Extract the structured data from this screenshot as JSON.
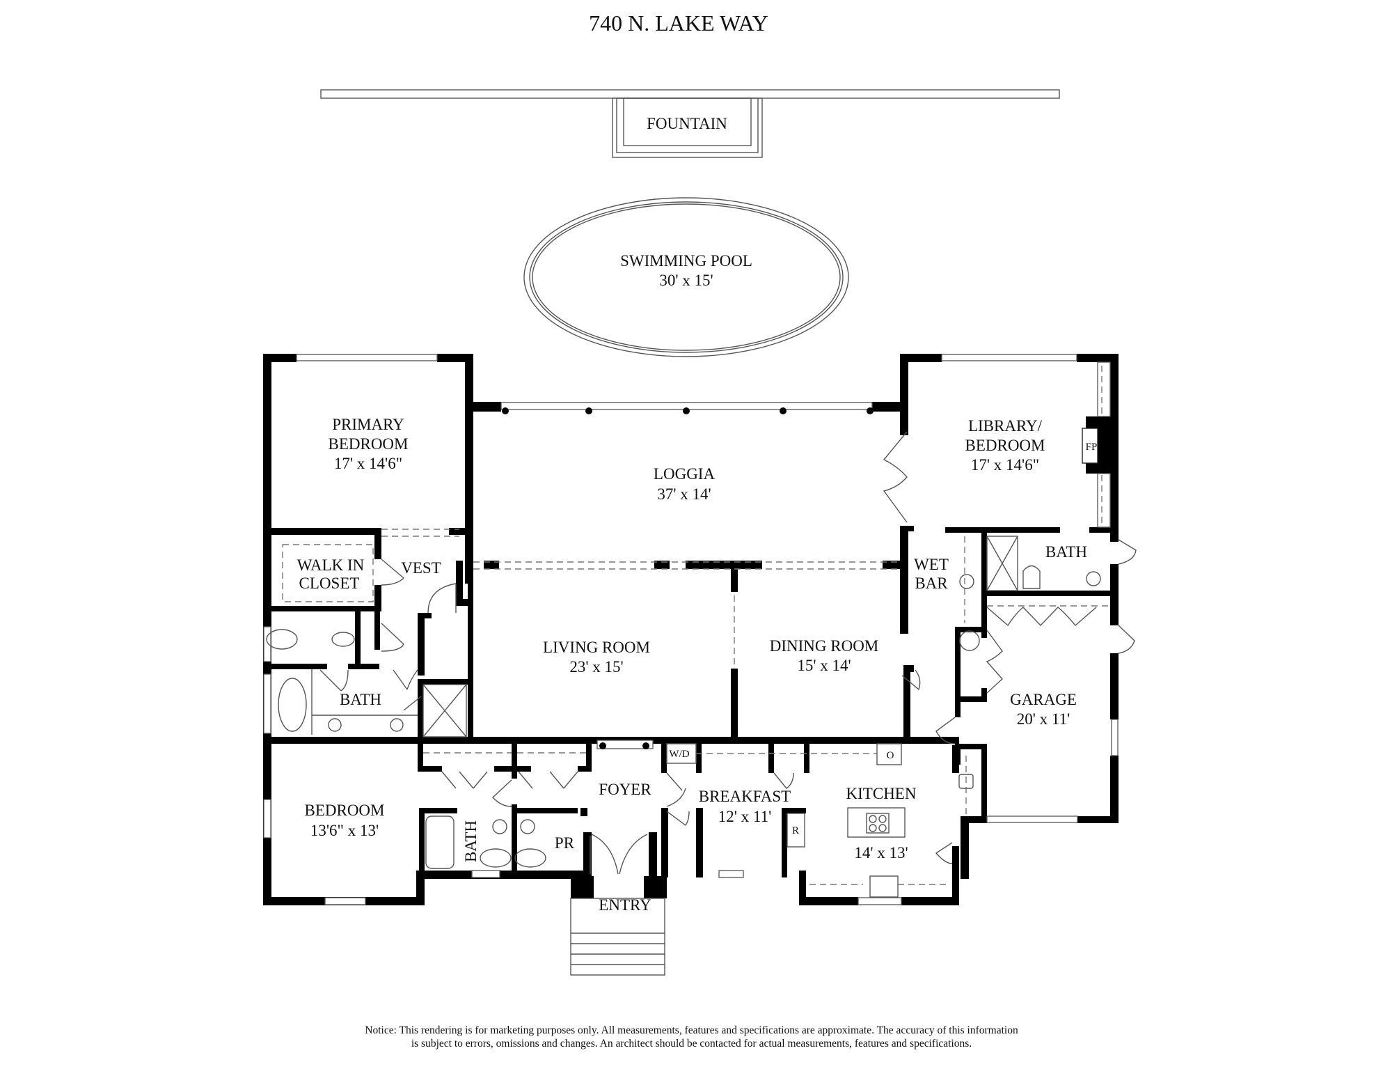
{
  "title": "740 N. LAKE WAY",
  "exterior": {
    "fountain": {
      "label": "FOUNTAIN"
    },
    "pool": {
      "label": "SWIMMING POOL",
      "size": "30' x 15'"
    },
    "entry": {
      "label": "ENTRY"
    }
  },
  "rooms": {
    "primary_bedroom": {
      "label_line1": "PRIMARY",
      "label_line2": "BEDROOM",
      "size": "17' x 14'6\""
    },
    "loggia": {
      "label": "LOGGIA",
      "size": "37' x 14'"
    },
    "library_bedroom": {
      "label_line1": "LIBRARY/",
      "label_line2": "BEDROOM",
      "size": "17' x 14'6\""
    },
    "fireplace": {
      "label": "FP"
    },
    "walk_in_closet": {
      "label_line1": "WALK IN",
      "label_line2": "CLOSET"
    },
    "vest": {
      "label": "VEST"
    },
    "primary_bath": {
      "label": "BATH"
    },
    "living_room": {
      "label": "LIVING ROOM",
      "size": "23' x 15'"
    },
    "dining_room": {
      "label": "DINING ROOM",
      "size": "15' x 14'"
    },
    "wet_bar": {
      "label_line1": "WET",
      "label_line2": "BAR"
    },
    "library_bath": {
      "label": "BATH"
    },
    "garage": {
      "label": "GARAGE",
      "size": "20' x 11'"
    },
    "bedroom": {
      "label": "BEDROOM",
      "size": "13'6\" x 13'"
    },
    "hall_bath": {
      "label": "BATH"
    },
    "powder_room": {
      "label": "PR"
    },
    "foyer": {
      "label": "FOYER"
    },
    "washer_dryer": {
      "label": "W/D"
    },
    "breakfast": {
      "label": "BREAKFAST",
      "size": "12' x 11'"
    },
    "kitchen": {
      "label": "KITCHEN",
      "size": "14' x 13'"
    },
    "refrigerator": {
      "label": "R"
    },
    "oven": {
      "label": "O"
    }
  },
  "notice": {
    "line1": "Notice: This rendering is for marketing purposes only. All measurements, features and specifications are approximate. The accuracy of this information",
    "line2": "is subject to errors, omissions and changes. An architect should be contacted for actual measurements, features and specifications."
  }
}
